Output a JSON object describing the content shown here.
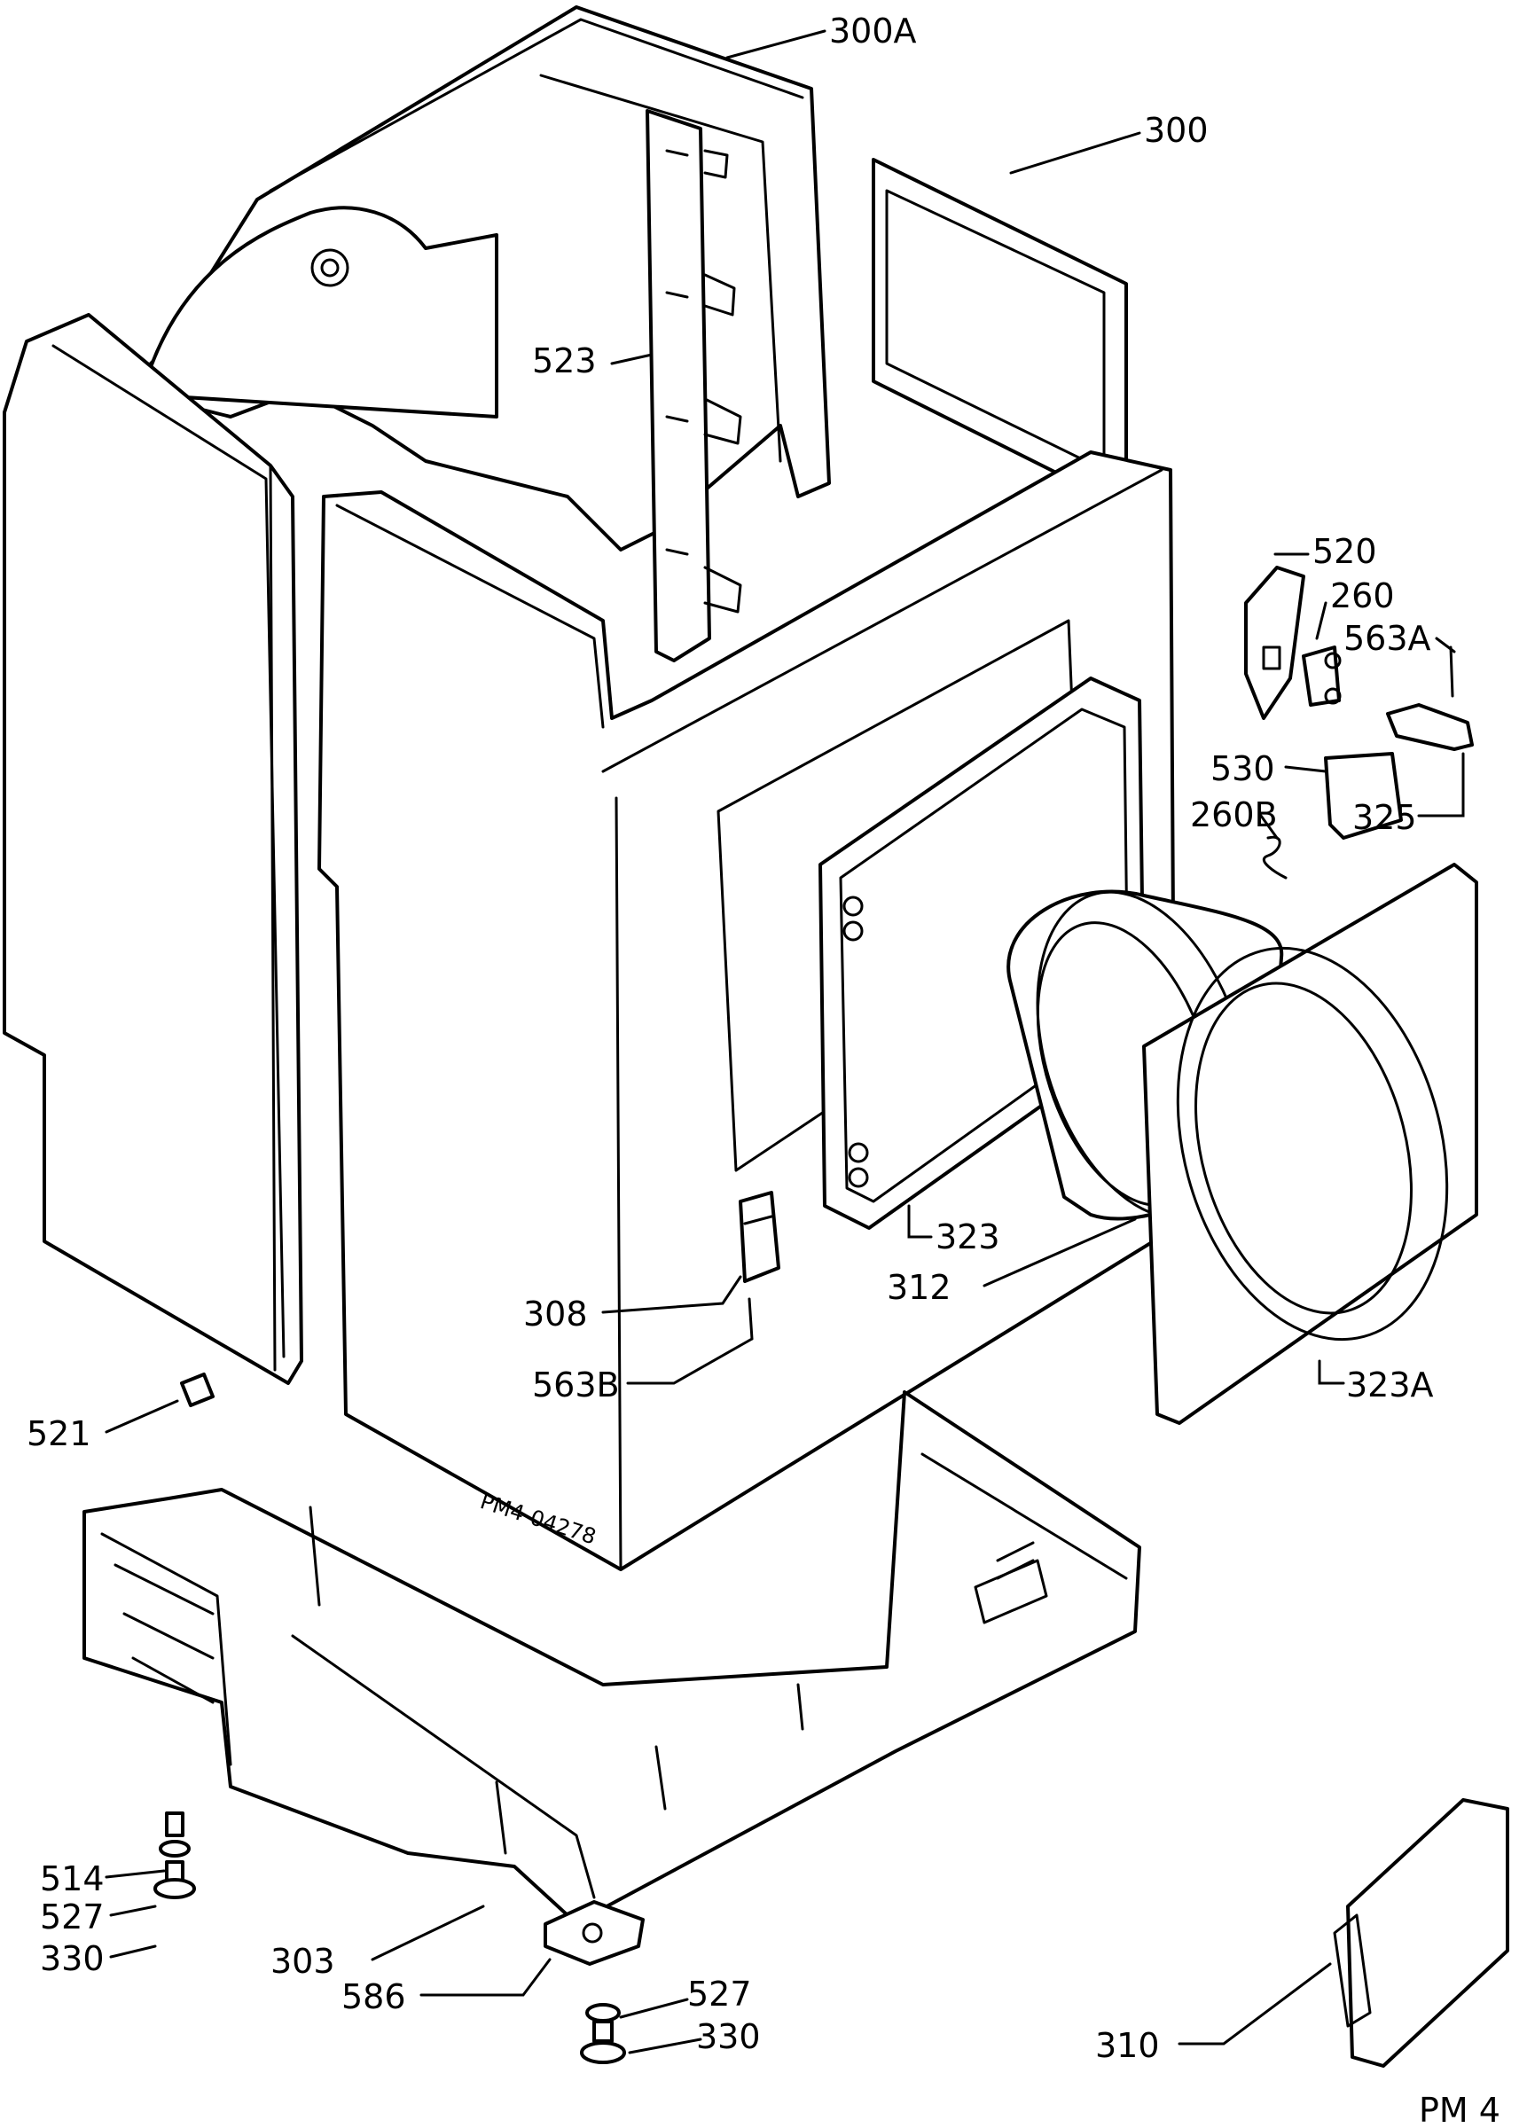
{
  "labels": {
    "l300A": "300A",
    "l300": "300",
    "l523": "523",
    "l520": "520",
    "l260": "260",
    "l563A": "563A",
    "l530": "530",
    "l260B": "260B",
    "l325": "325",
    "l323": "323",
    "l312": "312",
    "l308": "308",
    "l563B": "563B",
    "l323A": "323A",
    "l521": "521",
    "l514": "514",
    "l527a": "527",
    "l330a": "330",
    "l303": "303",
    "l586": "586",
    "l527b": "527",
    "l330b": "330",
    "l310": "310",
    "lPM4": "PM 4"
  },
  "stamp_text": "PM4-04278"
}
